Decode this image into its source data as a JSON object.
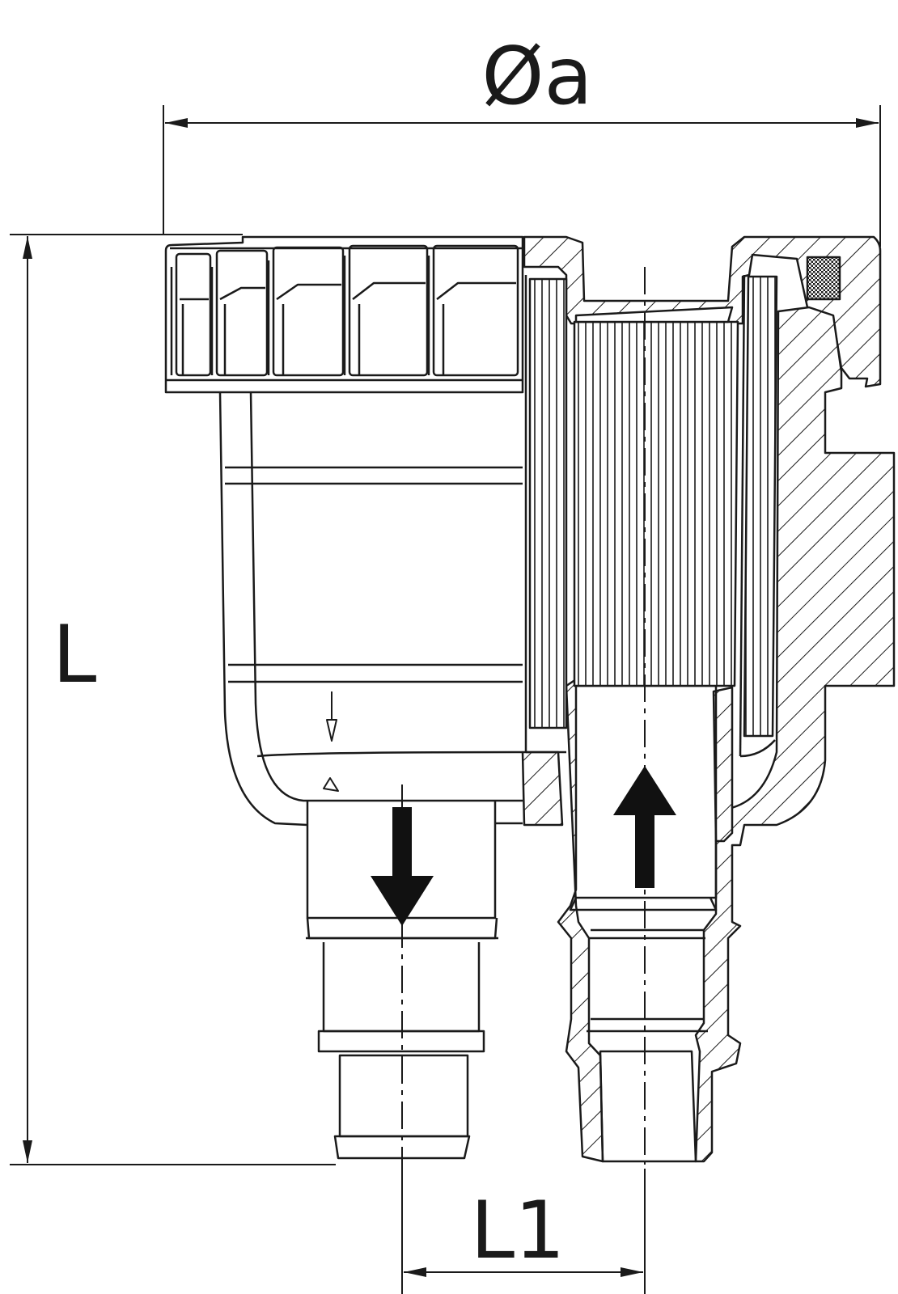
{
  "dimensions": {
    "diameter_label": "Øa",
    "length_label": "L",
    "offset_label": "L1"
  },
  "colors": {
    "line": "#1a1a1a",
    "background": "#ffffff",
    "arrow": "#111111"
  },
  "flow": {
    "inlet_direction": "down",
    "outlet_direction": "up"
  }
}
